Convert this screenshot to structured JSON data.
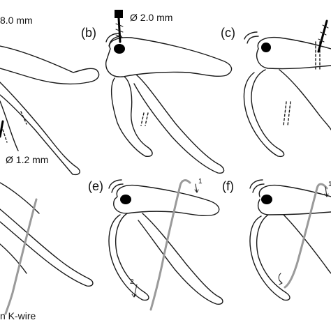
{
  "panels": {
    "b": "(b)",
    "c": "(c)",
    "e": "(e)",
    "f": "(f)"
  },
  "measurements": {
    "top_left": "8.0 mm",
    "drill_b": "Ø 2.0 mm",
    "drill_a": "Ø 1.2 mm",
    "bottom_left": "n K-wire"
  },
  "arrows": {
    "e_top": "1",
    "e_bottom": "2",
    "f_top": "1"
  },
  "colors": {
    "outline": "#1a1a1a",
    "wire": "#9a9a9a",
    "hole": "#000000"
  }
}
